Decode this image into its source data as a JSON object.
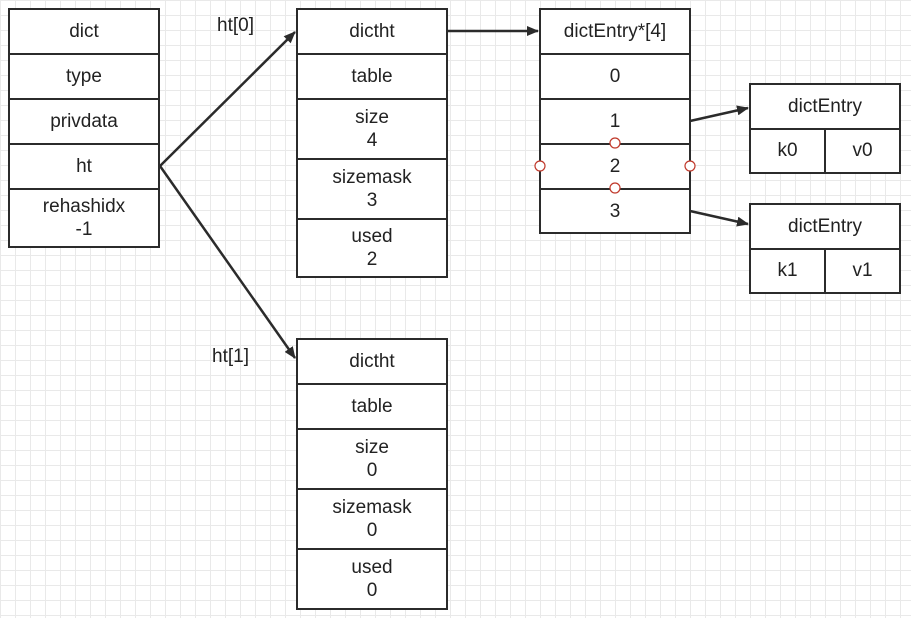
{
  "dict": {
    "title": "dict",
    "fields": [
      "type",
      "privdata",
      "ht"
    ],
    "rehashidx_label": "rehashidx",
    "rehashidx_value": "-1"
  },
  "labels": {
    "ht0": "ht[0]",
    "ht1": "ht[1]"
  },
  "ht0": {
    "title": "dictht",
    "table": "table",
    "size_label": "size",
    "size_value": "4",
    "sizemask_label": "sizemask",
    "sizemask_value": "3",
    "used_label": "used",
    "used_value": "2"
  },
  "ht1": {
    "title": "dictht",
    "table": "table",
    "size_label": "size",
    "size_value": "0",
    "sizemask_label": "sizemask",
    "sizemask_value": "0",
    "used_label": "used",
    "used_value": "0"
  },
  "table_array": {
    "title": "dictEntry*[4]",
    "slots": [
      "0",
      "1",
      "2",
      "3"
    ]
  },
  "entry0": {
    "title": "dictEntry",
    "key": "k0",
    "value": "v0"
  },
  "entry1": {
    "title": "dictEntry",
    "key": "k1",
    "value": "v1"
  },
  "colors": {
    "stroke": "#2b2b2b",
    "grid": "#e9e9e9",
    "handle": "#c0392b"
  }
}
